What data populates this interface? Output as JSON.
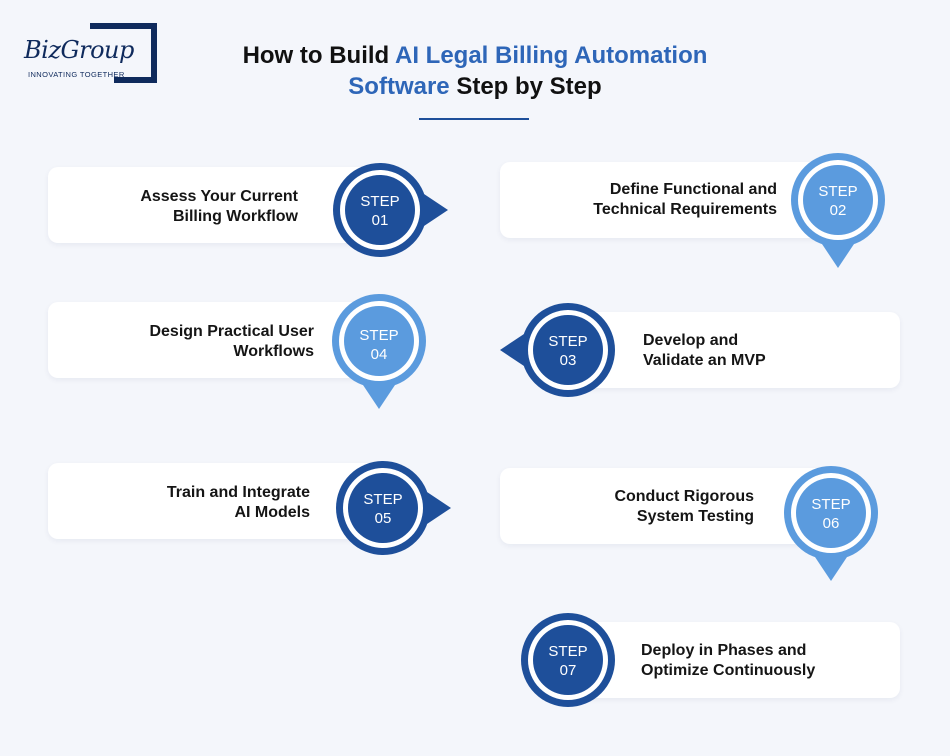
{
  "logo": {
    "word": "BizGroup",
    "tagline": "INNOVATING TOGETHER"
  },
  "title": {
    "line1_pre": "How to Build ",
    "line1_highlight": "AI Legal Billing Automation",
    "line2_highlight": "Software",
    "line2_post": " Step by Step"
  },
  "steps": [
    {
      "step_word": "STEP",
      "number": "01",
      "label": "Assess Your Current\nBilling Workflow"
    },
    {
      "step_word": "STEP",
      "number": "02",
      "label": "Define Functional and\nTechnical Requirements"
    },
    {
      "step_word": "STEP",
      "number": "03",
      "label": "Develop and\nValidate an MVP"
    },
    {
      "step_word": "STEP",
      "number": "04",
      "label": "Design Practical User\nWorkflows"
    },
    {
      "step_word": "STEP",
      "number": "05",
      "label": "Train and Integrate\nAI Models"
    },
    {
      "step_word": "STEP",
      "number": "06",
      "label": "Conduct Rigorous\nSystem Testing"
    },
    {
      "step_word": "STEP",
      "number": "07",
      "label": "Deploy in Phases and\nOptimize Continuously"
    }
  ],
  "colors": {
    "dark_blue": "#1e4f9a",
    "light_blue": "#5b9bde",
    "title_highlight": "#2e66b8",
    "background": "#f4f6fb"
  }
}
